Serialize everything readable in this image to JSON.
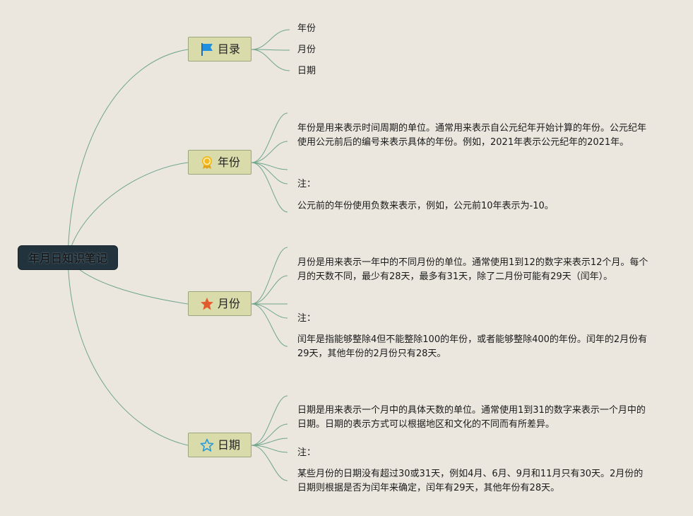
{
  "root": {
    "title": "年月日知识笔记"
  },
  "branches": {
    "toc": {
      "title": "目录",
      "icon": "flag-icon",
      "items": [
        "年份",
        "月份",
        "日期"
      ]
    },
    "year": {
      "title": "年份",
      "icon": "medal-icon",
      "desc": "年份是用来表示时间周期的单位。通常用来表示自公元纪年开始计算的年份。公元纪年使用公元前后的编号来表示具体的年份。例如，2021年表示公元纪年的2021年。",
      "note_label": "注：",
      "note": "公元前的年份使用负数来表示，例如，公元前10年表示为-10。"
    },
    "month": {
      "title": "月份",
      "icon": "star-icon",
      "desc": "月份是用来表示一年中的不同月份的单位。通常使用1到12的数字来表示12个月。每个月的天数不同，最少有28天，最多有31天，除了二月份可能有29天（闰年）。",
      "note_label": "注：",
      "note": "闰年是指能够整除4但不能整除100的年份，或者能够整除400的年份。闰年的2月份有29天，其他年份的2月份只有28天。"
    },
    "day": {
      "title": "日期",
      "icon": "star-outline-icon",
      "desc": "日期是用来表示一个月中的具体天数的单位。通常使用1到31的数字来表示一个月中的日期。日期的表示方式可以根据地区和文化的不同而有所差异。",
      "note_label": "注：",
      "note": "某些月份的日期没有超过30或31天，例如4月、6月、9月和11月只有30天。2月份的日期则根据是否为闰年来确定，闰年有29天，其他年份有28天。"
    }
  },
  "colors": {
    "background": "#ebe7df",
    "root_fill": "#22333d",
    "branch_fill": "#d9dcaa",
    "connector": "#6fa58a",
    "flag": "#1f8fe0",
    "medal": "#f2b81c",
    "star": "#e35a2c",
    "star_outline": "#2a9bd8"
  }
}
